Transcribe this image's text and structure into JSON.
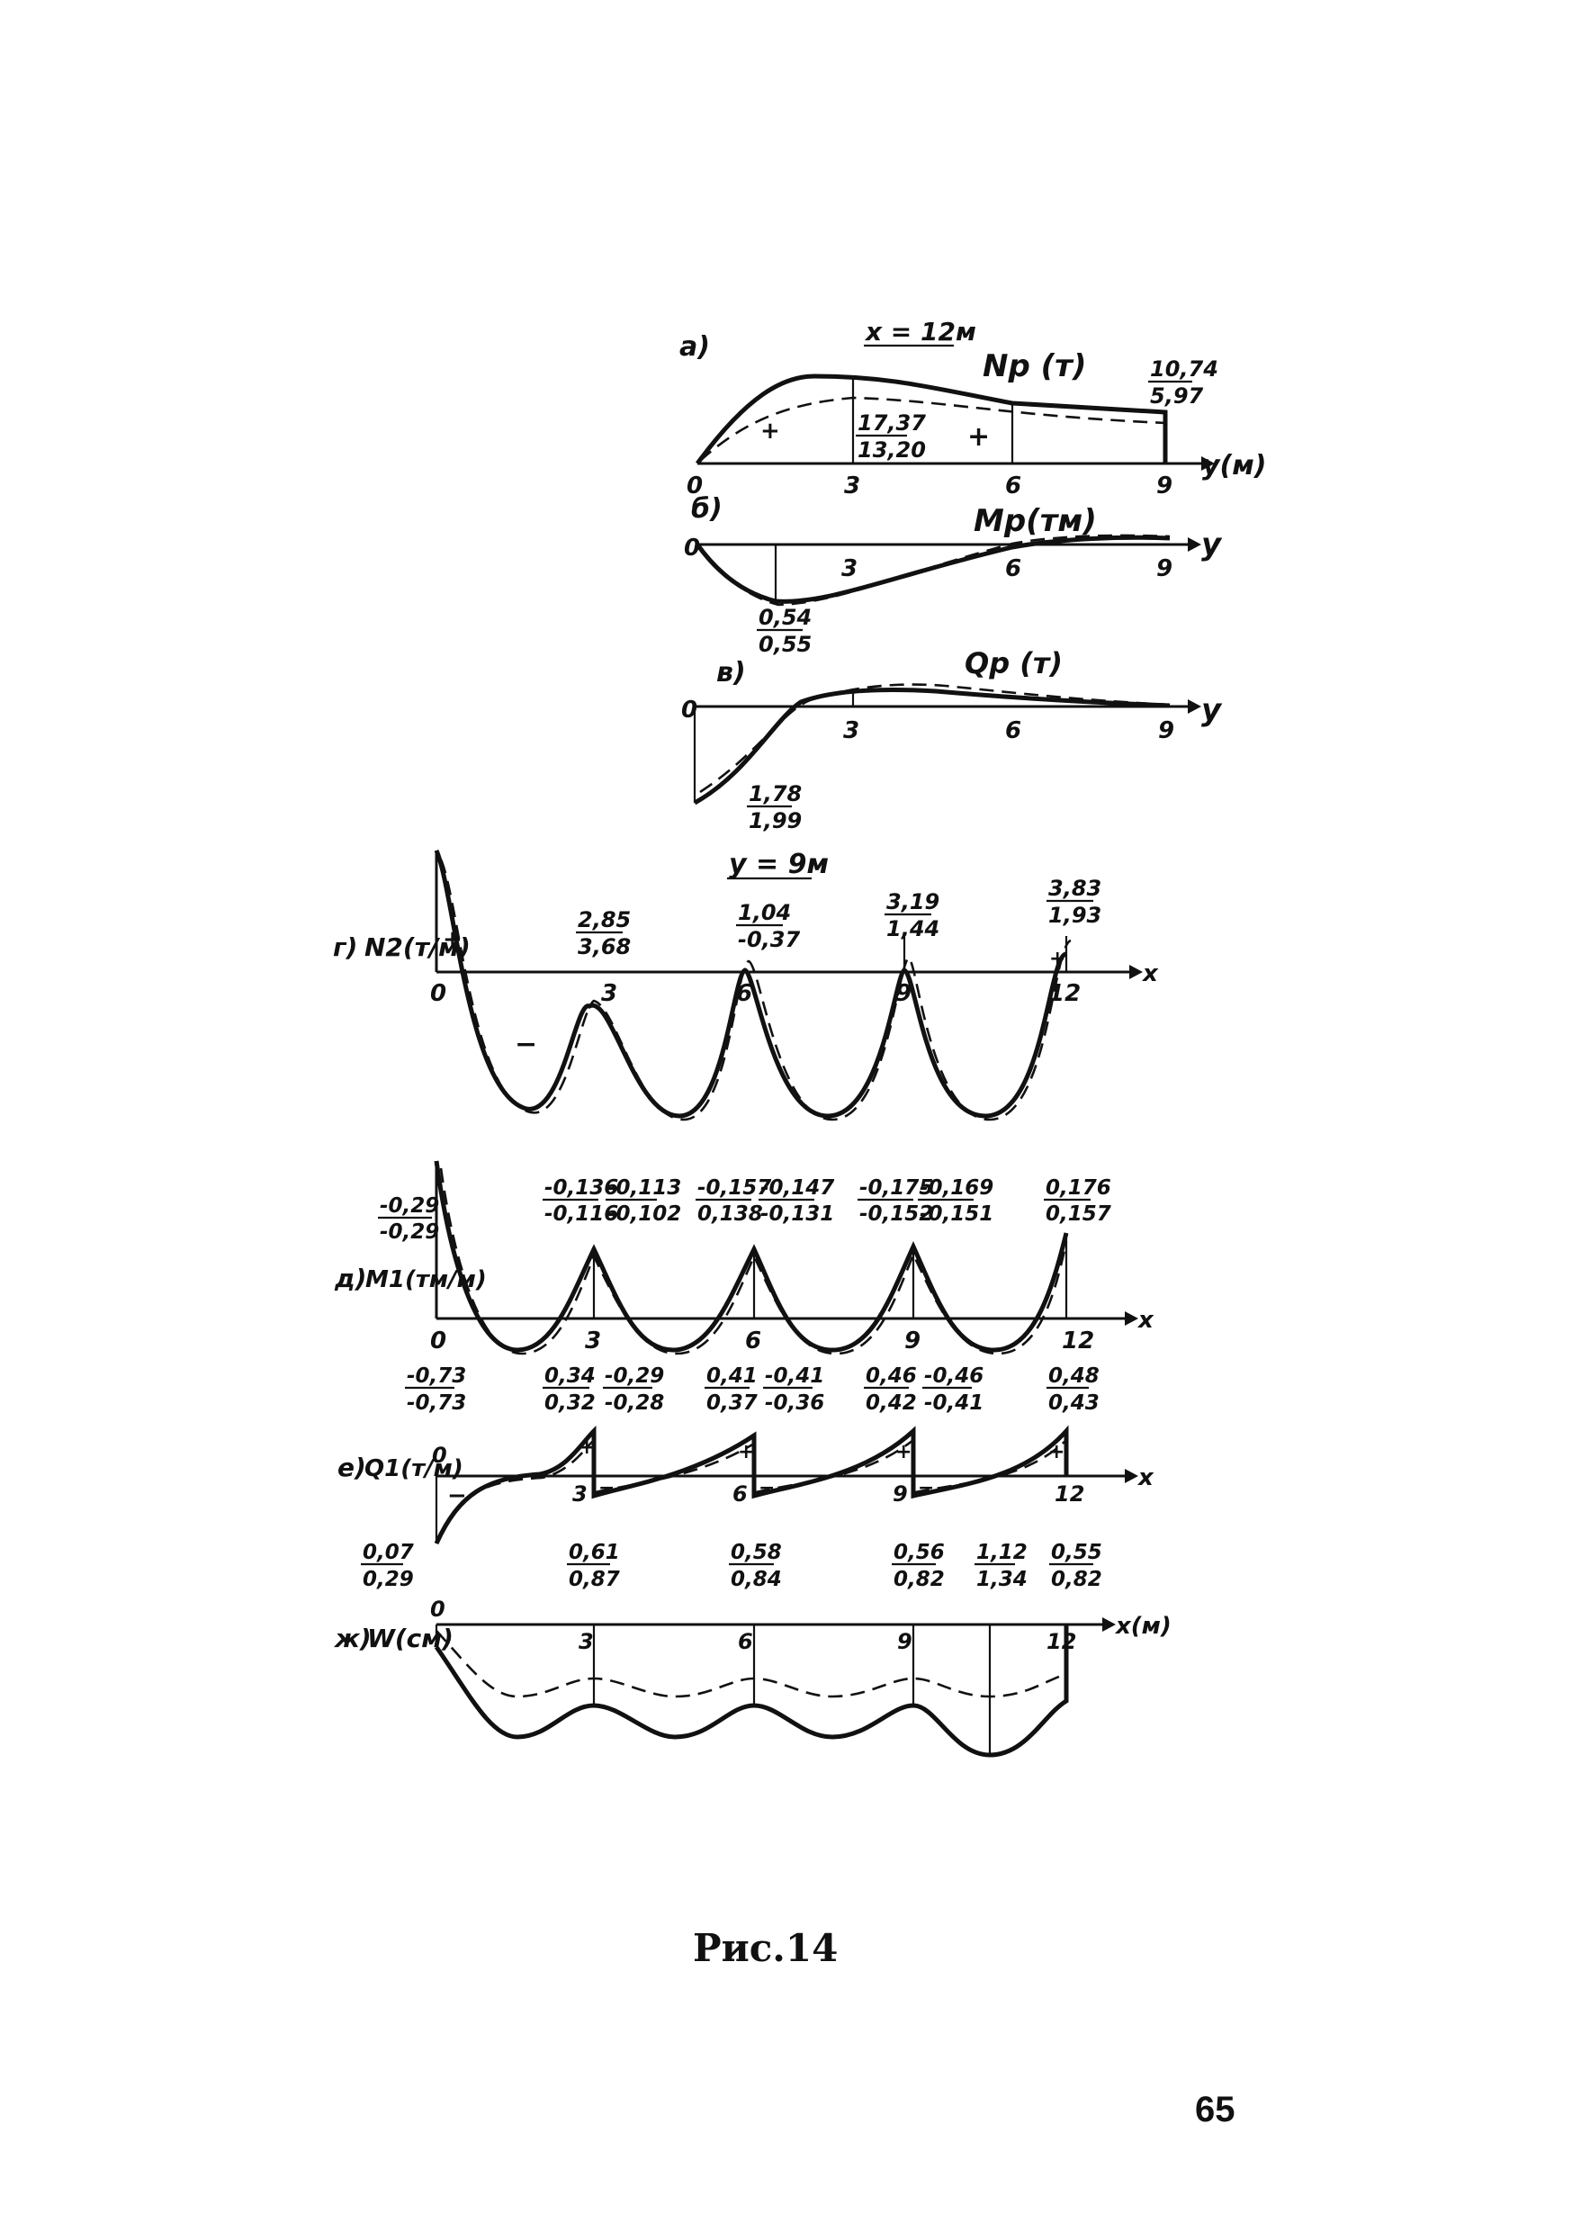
{
  "figure": {
    "caption": "Рис.14",
    "page_number": "65"
  },
  "diagrams": {
    "a": {
      "letter": "а)",
      "param": "x = 12м",
      "title": "Np (т)",
      "axis": "y(м)",
      "ticks": [
        "0",
        "3",
        "6",
        "9"
      ],
      "frac1_top": "17,37",
      "frac1_bot": "13,20",
      "frac2_top": "10,74",
      "frac2_bot": "5,97",
      "plus": "+"
    },
    "b": {
      "letter": "б)",
      "title": "Mp(тм)",
      "axis": "y",
      "ticks": [
        "0",
        "3",
        "6",
        "9"
      ],
      "frac_top": "0,54",
      "frac_bot": "0,55"
    },
    "v": {
      "letter": "в)",
      "title": "Qp (т)",
      "axis": "y",
      "ticks": [
        "0",
        "3",
        "6",
        "9"
      ],
      "frac_top": "1,78",
      "frac_bot": "1,99"
    },
    "g": {
      "letter": "г)",
      "title": "N2(т/м)",
      "param": "y = 9м",
      "axis": "x",
      "ticks": [
        "0",
        "3",
        "6",
        "9",
        "12"
      ],
      "plus": "+",
      "minus": "−",
      "labels": [
        {
          "top": "2,85",
          "bot": "3,68"
        },
        {
          "top": "1,04",
          "bot": "-0,37"
        },
        {
          "top": "3,19",
          "bot": "1,44"
        },
        {
          "top": "3,83",
          "bot": "1,93"
        }
      ]
    },
    "d": {
      "letter": "д)",
      "title": "M1(тм/м)",
      "axis": "x",
      "ticks": [
        "0",
        "3",
        "6",
        "9",
        "12"
      ],
      "labels": [
        {
          "top": "-0,29",
          "bot": "-0,29"
        },
        {
          "top": "-0,136",
          "bot": "-0,116"
        },
        {
          "top": "-0,113",
          "bot": "-0,102"
        },
        {
          "top": "-0,157",
          "bot": "0,138"
        },
        {
          "top": "-0,147",
          "bot": "-0,131"
        },
        {
          "top": "-0,175",
          "bot": "-0,152"
        },
        {
          "top": "-0,169",
          "bot": "-0,151"
        },
        {
          "top": "0,176",
          "bot": "0,157"
        }
      ]
    },
    "e": {
      "letter": "е)",
      "title": "Q1(т/м)",
      "axis": "x",
      "ticks": [
        "0",
        "3",
        "6",
        "9",
        "12"
      ],
      "plus": "+",
      "minus": "−",
      "labels": [
        {
          "top": "-0,73",
          "bot": "-0,73"
        },
        {
          "top": "0,34",
          "bot": "0,32"
        },
        {
          "top": "-0,29",
          "bot": "-0,28"
        },
        {
          "top": "0,41",
          "bot": "0,37"
        },
        {
          "top": "-0,41",
          "bot": "-0,36"
        },
        {
          "top": "0,46",
          "bot": "0,42"
        },
        {
          "top": "-0,46",
          "bot": "-0,41"
        },
        {
          "top": "0,48",
          "bot": "0,43"
        }
      ]
    },
    "zh": {
      "letter": "ж)",
      "title": "W(см)",
      "axis": "x(м)",
      "ticks": [
        "0",
        "3",
        "6",
        "9",
        "12"
      ],
      "labels": [
        {
          "top": "0,07",
          "bot": "0,29"
        },
        {
          "top": "0,61",
          "bot": "0,87"
        },
        {
          "top": "0,58",
          "bot": "0,84"
        },
        {
          "top": "0,56",
          "bot": "0,82"
        },
        {
          "top": "1,12",
          "bot": "1,34"
        },
        {
          "top": "0,55",
          "bot": "0,82"
        }
      ]
    }
  }
}
